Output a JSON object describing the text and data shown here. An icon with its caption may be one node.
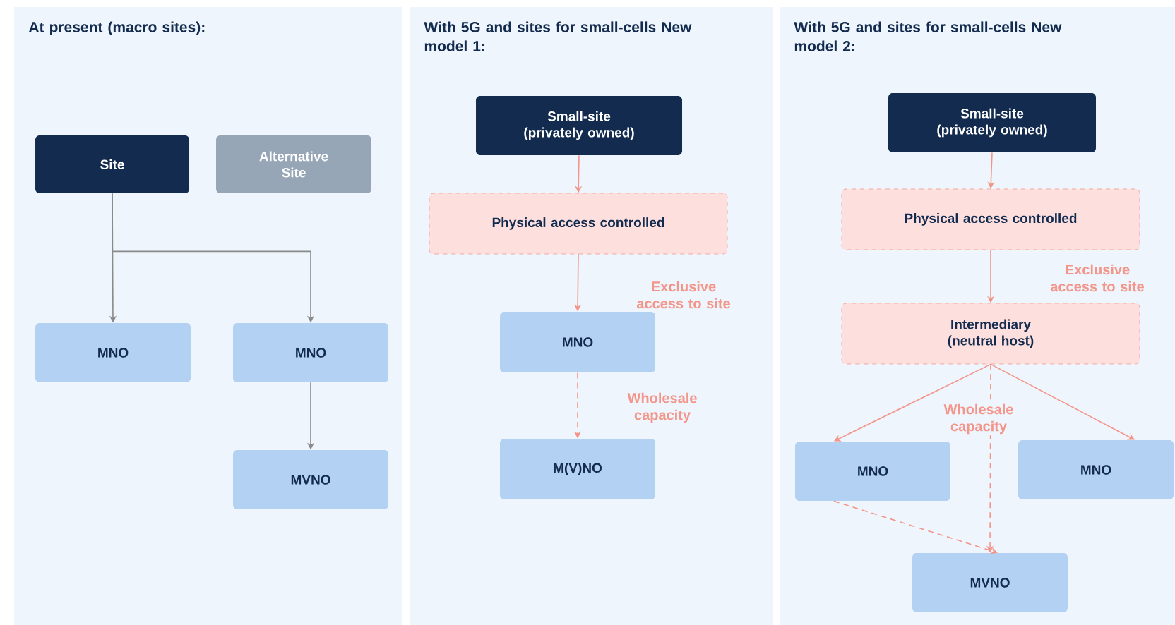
{
  "diagram": {
    "nodes": [
      {
        "text": [
          "At present (macro sites):"
        ]
      },
      {
        "text": [
          "Site"
        ],
        "in": 0
      },
      {
        "text": [
          "Alternative Site"
        ],
        "in": 0
      },
      {
        "text": [
          "MNO"
        ],
        "in": 0
      },
      {
        "text": [
          "MNO"
        ],
        "in": 0
      },
      {
        "text": [
          "MVNO"
        ],
        "in": 0
      },
      {
        "text": [
          "With 5G and sites for small-cells New model 1:"
        ]
      },
      {
        "text": [
          "Small-site (privately owned)"
        ],
        "in": 6
      },
      {
        "text": [
          "Physical access controlled"
        ],
        "in": 6
      },
      {
        "text": [
          "MNO"
        ],
        "in": 6
      },
      {
        "text": [
          "M(V)NO"
        ],
        "in": 6
      },
      {
        "text": [
          "With 5G and sites for small-cells New model 2:"
        ]
      },
      {
        "text": [
          "Small-site (privately owned)"
        ],
        "in": 11
      },
      {
        "text": [
          "Physical access controlled"
        ],
        "in": 11
      },
      {
        "text": [
          "Intermediary (neutral host)"
        ],
        "in": 11
      },
      {
        "text": [
          "MNO"
        ],
        "in": 11
      },
      {
        "text": [
          "MNO"
        ],
        "in": 11
      },
      {
        "text": [
          "MVNO"
        ],
        "in": 11
      }
    ],
    "edges": [
      {
        "from": 1,
        "to": 3,
        "arrow": "to",
        "color": "#8a8a8a"
      },
      {
        "from": 1,
        "to": 4,
        "arrow": "to",
        "color": "#8a8a8a"
      },
      {
        "from": 4,
        "to": 5,
        "arrow": "to",
        "color": "#8a8a8a"
      },
      {
        "from": 7,
        "to": 8,
        "arrow": "to"
      },
      {
        "from": 8,
        "to": 9,
        "arrow": "to",
        "label": "Exclusive access to site"
      },
      {
        "from": 9,
        "to": 10,
        "arrow": "to",
        "style": "dashed",
        "label": "Wholesale capacity"
      },
      {
        "from": 12,
        "to": 13,
        "arrow": "to"
      },
      {
        "from": 13,
        "to": 14,
        "arrow": "to",
        "label": "Exclusive access to site"
      },
      {
        "from": 14,
        "to": 15,
        "arrow": "to"
      },
      {
        "from": 14,
        "to": 16,
        "arrow": "to"
      },
      {
        "from": 14,
        "to": 17,
        "arrow": "to",
        "style": "dashed",
        "label": "Wholesale capacity"
      },
      {
        "from": 15,
        "to": 17,
        "arrow": "to",
        "style": "dashed"
      }
    ]
  }
}
